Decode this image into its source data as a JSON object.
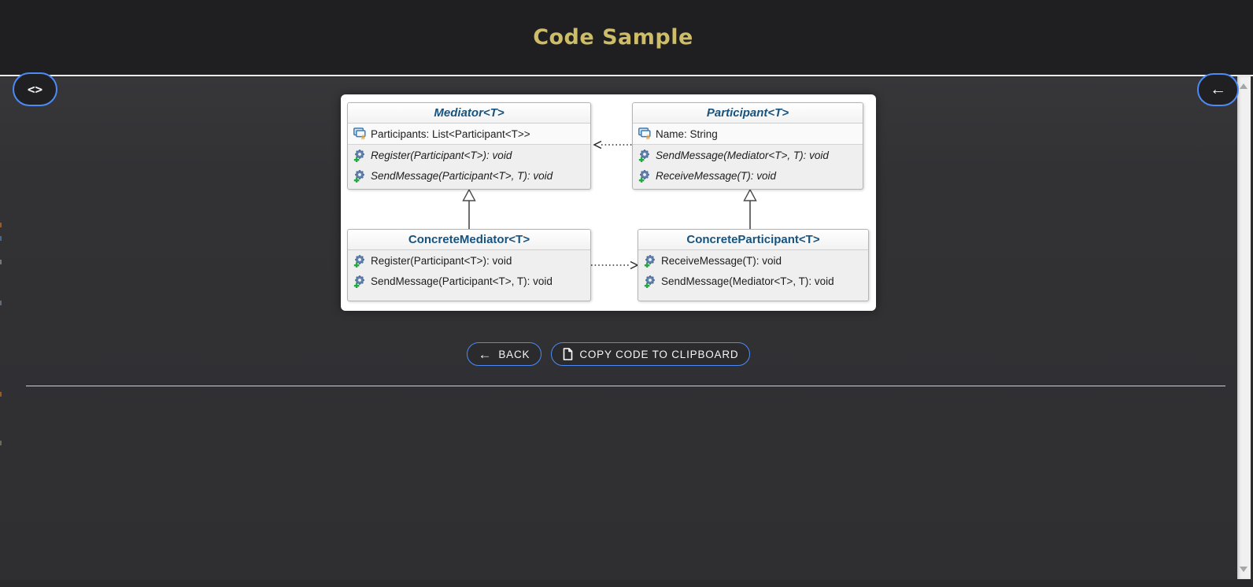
{
  "header": {
    "title": "Code Sample"
  },
  "nav": {
    "code_toggle_glyph": "<>",
    "back_circle_glyph": "←"
  },
  "diagram": {
    "classes": [
      {
        "name": "Mediator<T>",
        "stereotype": "abstract",
        "properties": [
          {
            "label": "Participants: List<Participant<T>>"
          }
        ],
        "methods": [
          {
            "label": "Register(Participant<T>): void"
          },
          {
            "label": "SendMessage(Participant<T>, T): void"
          }
        ]
      },
      {
        "name": "Participant<T>",
        "stereotype": "abstract",
        "properties": [
          {
            "label": "Name: String"
          }
        ],
        "methods": [
          {
            "label": "SendMessage(Mediator<T>, T): void"
          },
          {
            "label": "ReceiveMessage(T): void"
          }
        ]
      },
      {
        "name": "ConcreteMediator<T>",
        "stereotype": "concrete",
        "properties": [],
        "methods": [
          {
            "label": "Register(Participant<T>): void"
          },
          {
            "label": "SendMessage(Participant<T>, T): void"
          }
        ]
      },
      {
        "name": "ConcreteParticipant<T>",
        "stereotype": "concrete",
        "properties": [],
        "methods": [
          {
            "label": "ReceiveMessage(T): void"
          },
          {
            "label": "SendMessage(Mediator<T>, T): void"
          }
        ]
      }
    ],
    "relations": [
      {
        "type": "inheritance",
        "from": "ConcreteMediator<T>",
        "to": "Mediator<T>"
      },
      {
        "type": "inheritance",
        "from": "ConcreteParticipant<T>",
        "to": "Participant<T>"
      },
      {
        "type": "dotted-dependency",
        "from": "Participant<T>",
        "to": "Mediator<T>"
      },
      {
        "type": "dotted-dependency",
        "from": "ConcreteMediator<T>",
        "to": "ConcreteParticipant<T>"
      }
    ]
  },
  "toolbar": {
    "back_label": "BACK",
    "copy_label": "COPY CODE TO CLIPBOARD"
  },
  "colors": {
    "accent_blue": "#4c8bf5",
    "header_gold": "#cdbc68",
    "class_title_blue": "#17537f",
    "header_bg": "#1f1f21",
    "content_bg": "#323236"
  }
}
